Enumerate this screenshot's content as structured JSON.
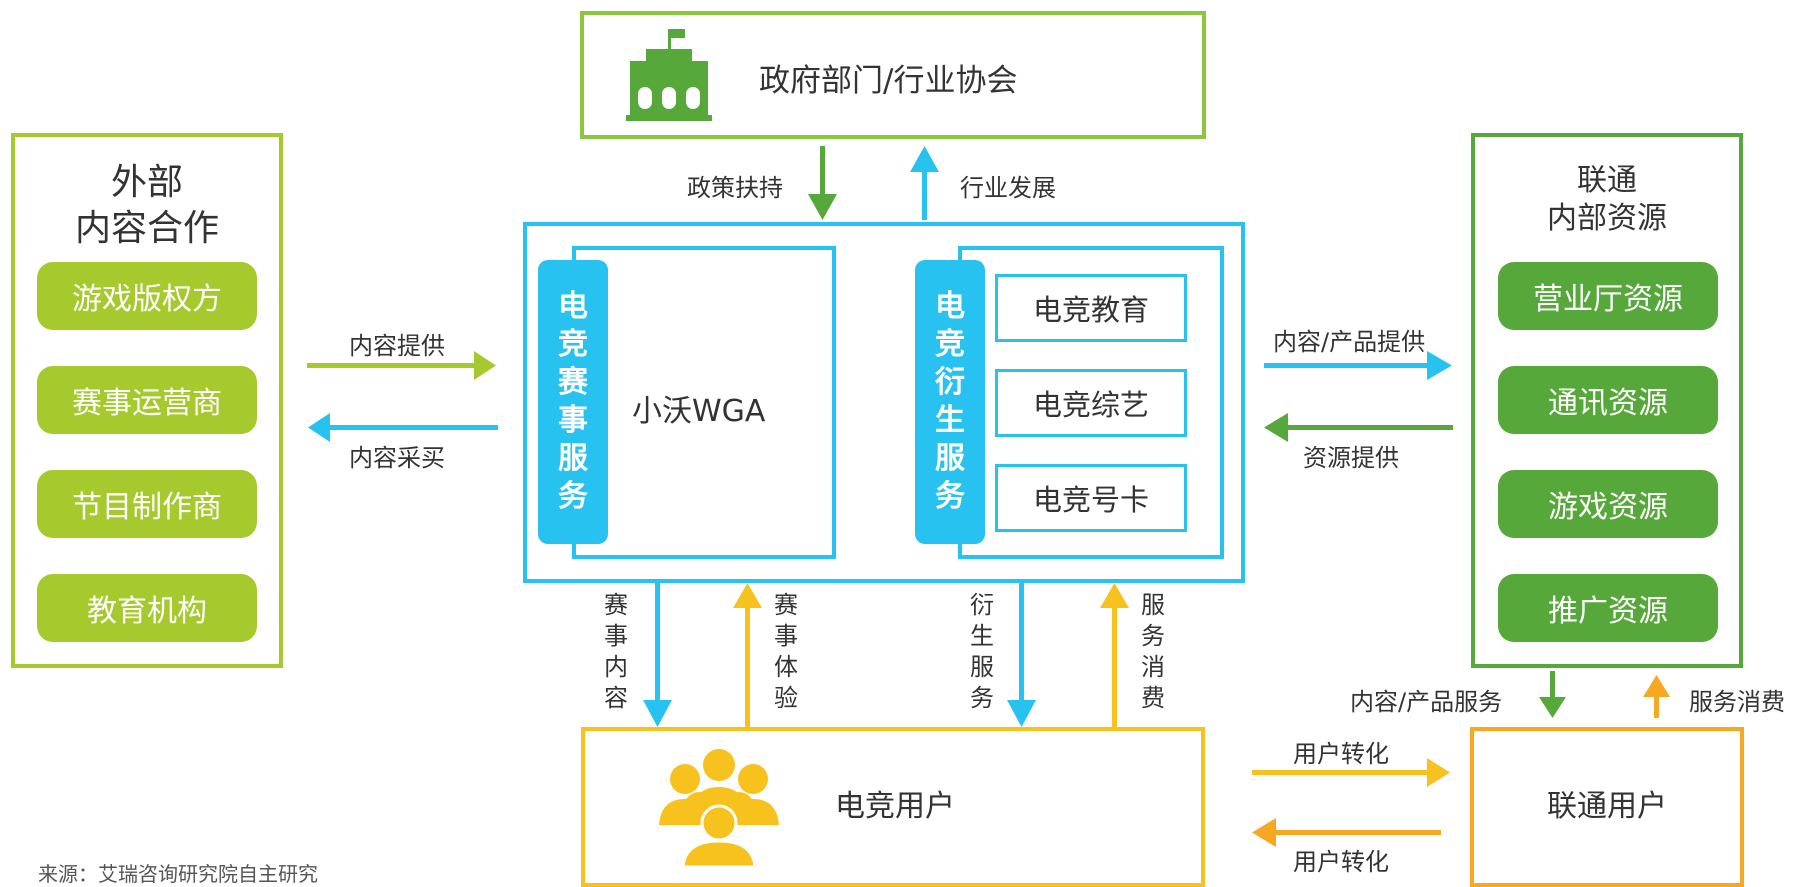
{
  "top": {
    "title": "政府部门/行业协会"
  },
  "gov_arrows": {
    "down": "政策扶持",
    "up": "行业发展"
  },
  "left_panel": {
    "title_line1": "外部",
    "title_line2": "内容合作",
    "items": [
      "游戏版权方",
      "赛事运营商",
      "节目制作商",
      "教育机构"
    ]
  },
  "right_panel": {
    "title_line1": "联通",
    "title_line2": "内部资源",
    "items": [
      "营业厅资源",
      "通讯资源",
      "游戏资源",
      "推广资源"
    ]
  },
  "center": {
    "event_service_label": "电竞赛事服务",
    "wga": "小沃WGA",
    "derivative_label": "电竞衍生服务",
    "derivatives": [
      "电竞教育",
      "电竞综艺",
      "电竞号卡"
    ]
  },
  "left_arrows": {
    "to_center": "内容提供",
    "to_left": "内容采买"
  },
  "right_arrows": {
    "to_right": "内容/产品提供",
    "to_center": "资源提供"
  },
  "bottom_arrows": {
    "event_content": "赛事内容",
    "event_experience": "赛事体验",
    "derivative_service": "衍生服务",
    "service_consumption": "服务消费"
  },
  "esports_users": "电竞用户",
  "unicom_users": "联通用户",
  "user_arrows": {
    "to_unicom": "用户转化",
    "to_esports": "用户转化"
  },
  "unicom_arrows": {
    "down": "内容/产品服务",
    "up": "服务消费"
  },
  "source": "来源：艾瑞咨询研究院自主研究",
  "colors": {
    "lime": "#a6c92e",
    "green": "#57a83a",
    "cyan": "#27c2ef",
    "yellow": "#f7c21d",
    "orange": "#f6a823",
    "text": "#333333"
  }
}
